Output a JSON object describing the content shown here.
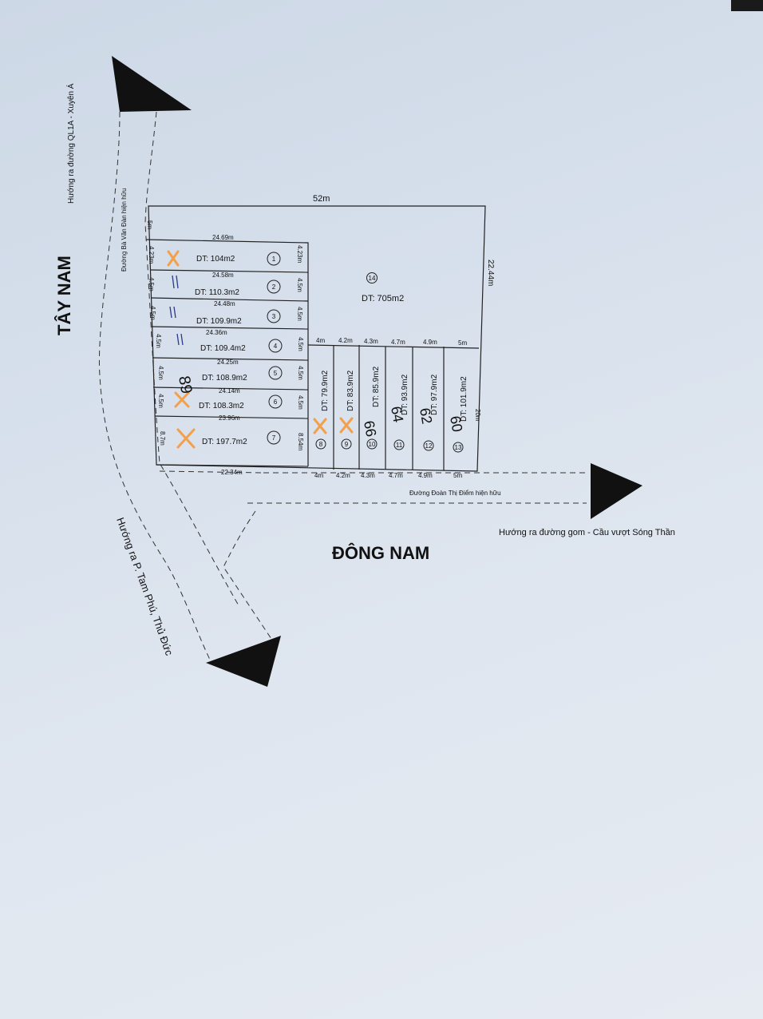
{
  "directions": {
    "south_west": "TÂY NAM",
    "south_east": "ĐÔNG NAM"
  },
  "arrows": {
    "to_ql1a": "Hướng ra đường QL1A - Xuyên Á",
    "to_tam_phu": "Hướng ra P. Tam Phú, Thủ Đức",
    "to_song_than": "Hướng ra đường gom - Cầu vượt Sóng Thần"
  },
  "roads": {
    "bavandan": "Đường Bà Văn Đàn hiện hữu",
    "doanthidiem": "Đường Đoàn Thị Điểm hiện hữu"
  },
  "dims": {
    "top_width": "52m",
    "right_height": "22.44m",
    "lot14_number": "14",
    "lot14_area": "DT: 705m2",
    "left_top": "5m",
    "bottom_left": "22.34m",
    "col_right": "20m"
  },
  "rows": [
    {
      "num": "1",
      "area": "DT:  104m2",
      "len": "24.69m",
      "w_left": "4.23m",
      "w_right": "4.23m"
    },
    {
      "num": "2",
      "area": "DT:  110.3m2",
      "len": "24.58m",
      "w_left": "4.5m",
      "w_right": "4.5m"
    },
    {
      "num": "3",
      "area": "DT:  109.9m2",
      "len": "24.48m",
      "w_left": "4.5m",
      "w_right": "4.5m"
    },
    {
      "num": "4",
      "area": "DT:  109.4m2",
      "len": "24.36m",
      "w_left": "4.5m",
      "w_right": "4.5m"
    },
    {
      "num": "5",
      "area": "DT:  108.9m2",
      "len": "24.25m",
      "w_left": "4.5m",
      "w_right": "4.5m"
    },
    {
      "num": "6",
      "area": "DT:  108.3m2",
      "len": "24.14m",
      "w_left": "4.5m",
      "w_right": "4.5m"
    },
    {
      "num": "7",
      "area": "DT:  197.7m2",
      "len": "23.96m",
      "w_left": "8.7m",
      "w_right": "8.54m"
    }
  ],
  "cols": [
    {
      "num": "8",
      "area": "DT:  79.9m2",
      "w_top": "4m",
      "w_bot": "4m"
    },
    {
      "num": "9",
      "area": "DT: 83.9m2",
      "w_top": "4.2m",
      "w_bot": "4.2m"
    },
    {
      "num": "10",
      "area": "DT:  85.9m2",
      "w_top": "4.3m",
      "w_bot": "4.3m"
    },
    {
      "num": "11",
      "area": "DT: 93.9m2",
      "w_top": "4.7m",
      "w_bot": "4.7m"
    },
    {
      "num": "12",
      "area": "DT: 97.9m2",
      "w_top": "4.9m",
      "w_bot": "4.9m"
    },
    {
      "num": "13",
      "area": "DT: 101.9m2",
      "w_top": "5m",
      "w_bot": "5m"
    }
  ],
  "handwriting": {
    "r5": "89",
    "c10": "66",
    "c11": "64",
    "c12": "62",
    "c13": "60"
  },
  "colors": {
    "paper": "#d7e0ec",
    "line": "#1a1a1a",
    "cross": "#f3a04b",
    "pen": "#2b3b8a"
  }
}
